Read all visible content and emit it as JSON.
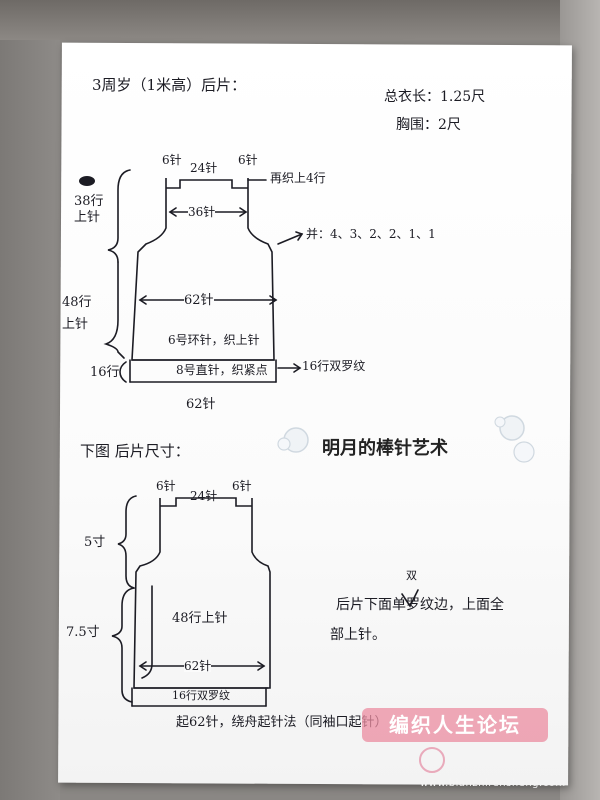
{
  "photo": {
    "title": "3周岁（1米高）后片：",
    "total_length": "总衣长：1.25尺",
    "chest": "胸围：2尺"
  },
  "diagram1": {
    "left_top_label": "38行\n上针",
    "left_bottom_label": "48行\n上针",
    "bottom_left_label": "16行",
    "shoulder_left": "6针",
    "shoulder_mid": "24针",
    "shoulder_right": "6针",
    "neck_note": "再织上4行",
    "width_armhole": "36针",
    "decrease_note": "并：4、3、2、2、1、1",
    "width_body": "62针",
    "body_needle": "6号环针，织上针",
    "rib_needle": "8号直针，织紧点",
    "rib_note": "16行双罗纹",
    "bottom_width": "62针"
  },
  "section2": {
    "title": "下图 后片尺寸：",
    "shoulder_left": "6针",
    "shoulder_mid": "24针",
    "shoulder_right": "6针",
    "upper_size": "5寸",
    "lower_size": "7.5寸",
    "body_label": "48行上针",
    "width": "62针",
    "rib_label": "16行双罗纹",
    "cast_on_note": "起62针，绕舟起针法（同袖口起针）",
    "back_note_line1": "后片下面单罗纹边，上面全",
    "back_note_line2": "部上针。",
    "back_note_insert": "双"
  },
  "overlay": {
    "watermark": "明月的棒针艺术",
    "forum_badge": "编织人生论坛",
    "site_url": "www.bianzhirensheng.com"
  }
}
